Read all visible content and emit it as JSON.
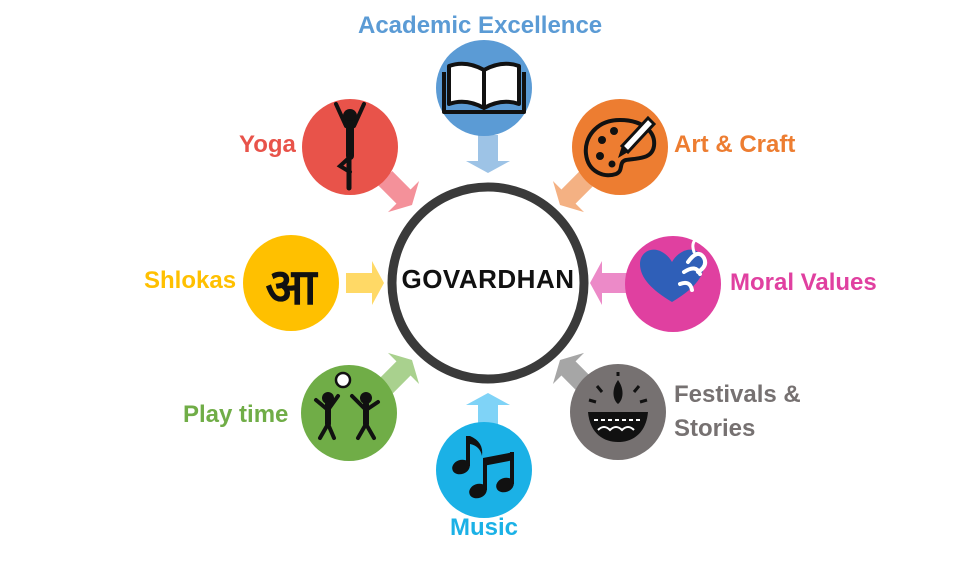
{
  "hub": {
    "label": "GOVARDHAN",
    "ring_color": "#3a3a3a"
  },
  "nodes": {
    "academic": {
      "label": "Academic Excellence",
      "color": "#5b9bd5",
      "arrow_color": "#9dc3e6",
      "icon": "open-book-icon"
    },
    "art": {
      "label": "Art & Craft",
      "color": "#ed7d31",
      "arrow_color": "#f4b183",
      "icon": "palette-icon"
    },
    "moral": {
      "label": "Moral Values",
      "color": "#e040a0",
      "arrow_color": "#ec8ac8",
      "icon": "heart-hand-icon"
    },
    "festivals": {
      "label_line1": "Festivals &",
      "label_line2": "Stories",
      "color": "#767171",
      "arrow_color": "#a6a6a6",
      "icon": "diya-lamp-icon"
    },
    "music": {
      "label": "Music",
      "color": "#1bb1e6",
      "arrow_color": "#7fd3f7",
      "icon": "music-notes-icon"
    },
    "playtime": {
      "label": "Play time",
      "color": "#70ad47",
      "arrow_color": "#a9d18e",
      "icon": "children-playing-icon"
    },
    "shlokas": {
      "label": "Shlokas",
      "color": "#ffc000",
      "arrow_color": "#ffd966",
      "icon": "devanagari-aa-icon",
      "glyph": "आ"
    },
    "yoga": {
      "label": "Yoga",
      "color": "#e8534a",
      "arrow_color": "#f4919a",
      "icon": "yoga-pose-icon"
    }
  }
}
